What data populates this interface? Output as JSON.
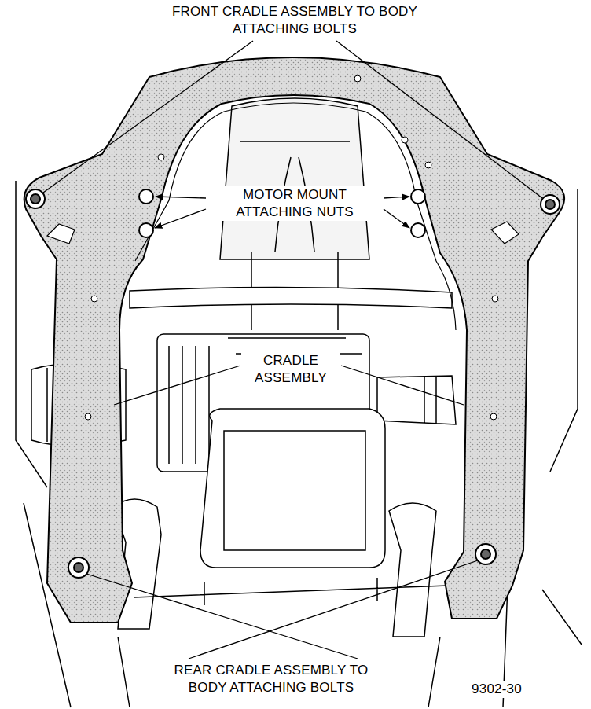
{
  "diagram": {
    "labels": [
      "FRONT CRADLE ASSEMBLY TO BODY ATTACHING BOLTS",
      "MOTOR MOUNT ATTACHING NUTS",
      "CRADLE ASSEMBLY",
      "REAR CRADLE ASSEMBLY TO BODY ATTACHING BOLTS",
      "9302-30"
    ]
  }
}
